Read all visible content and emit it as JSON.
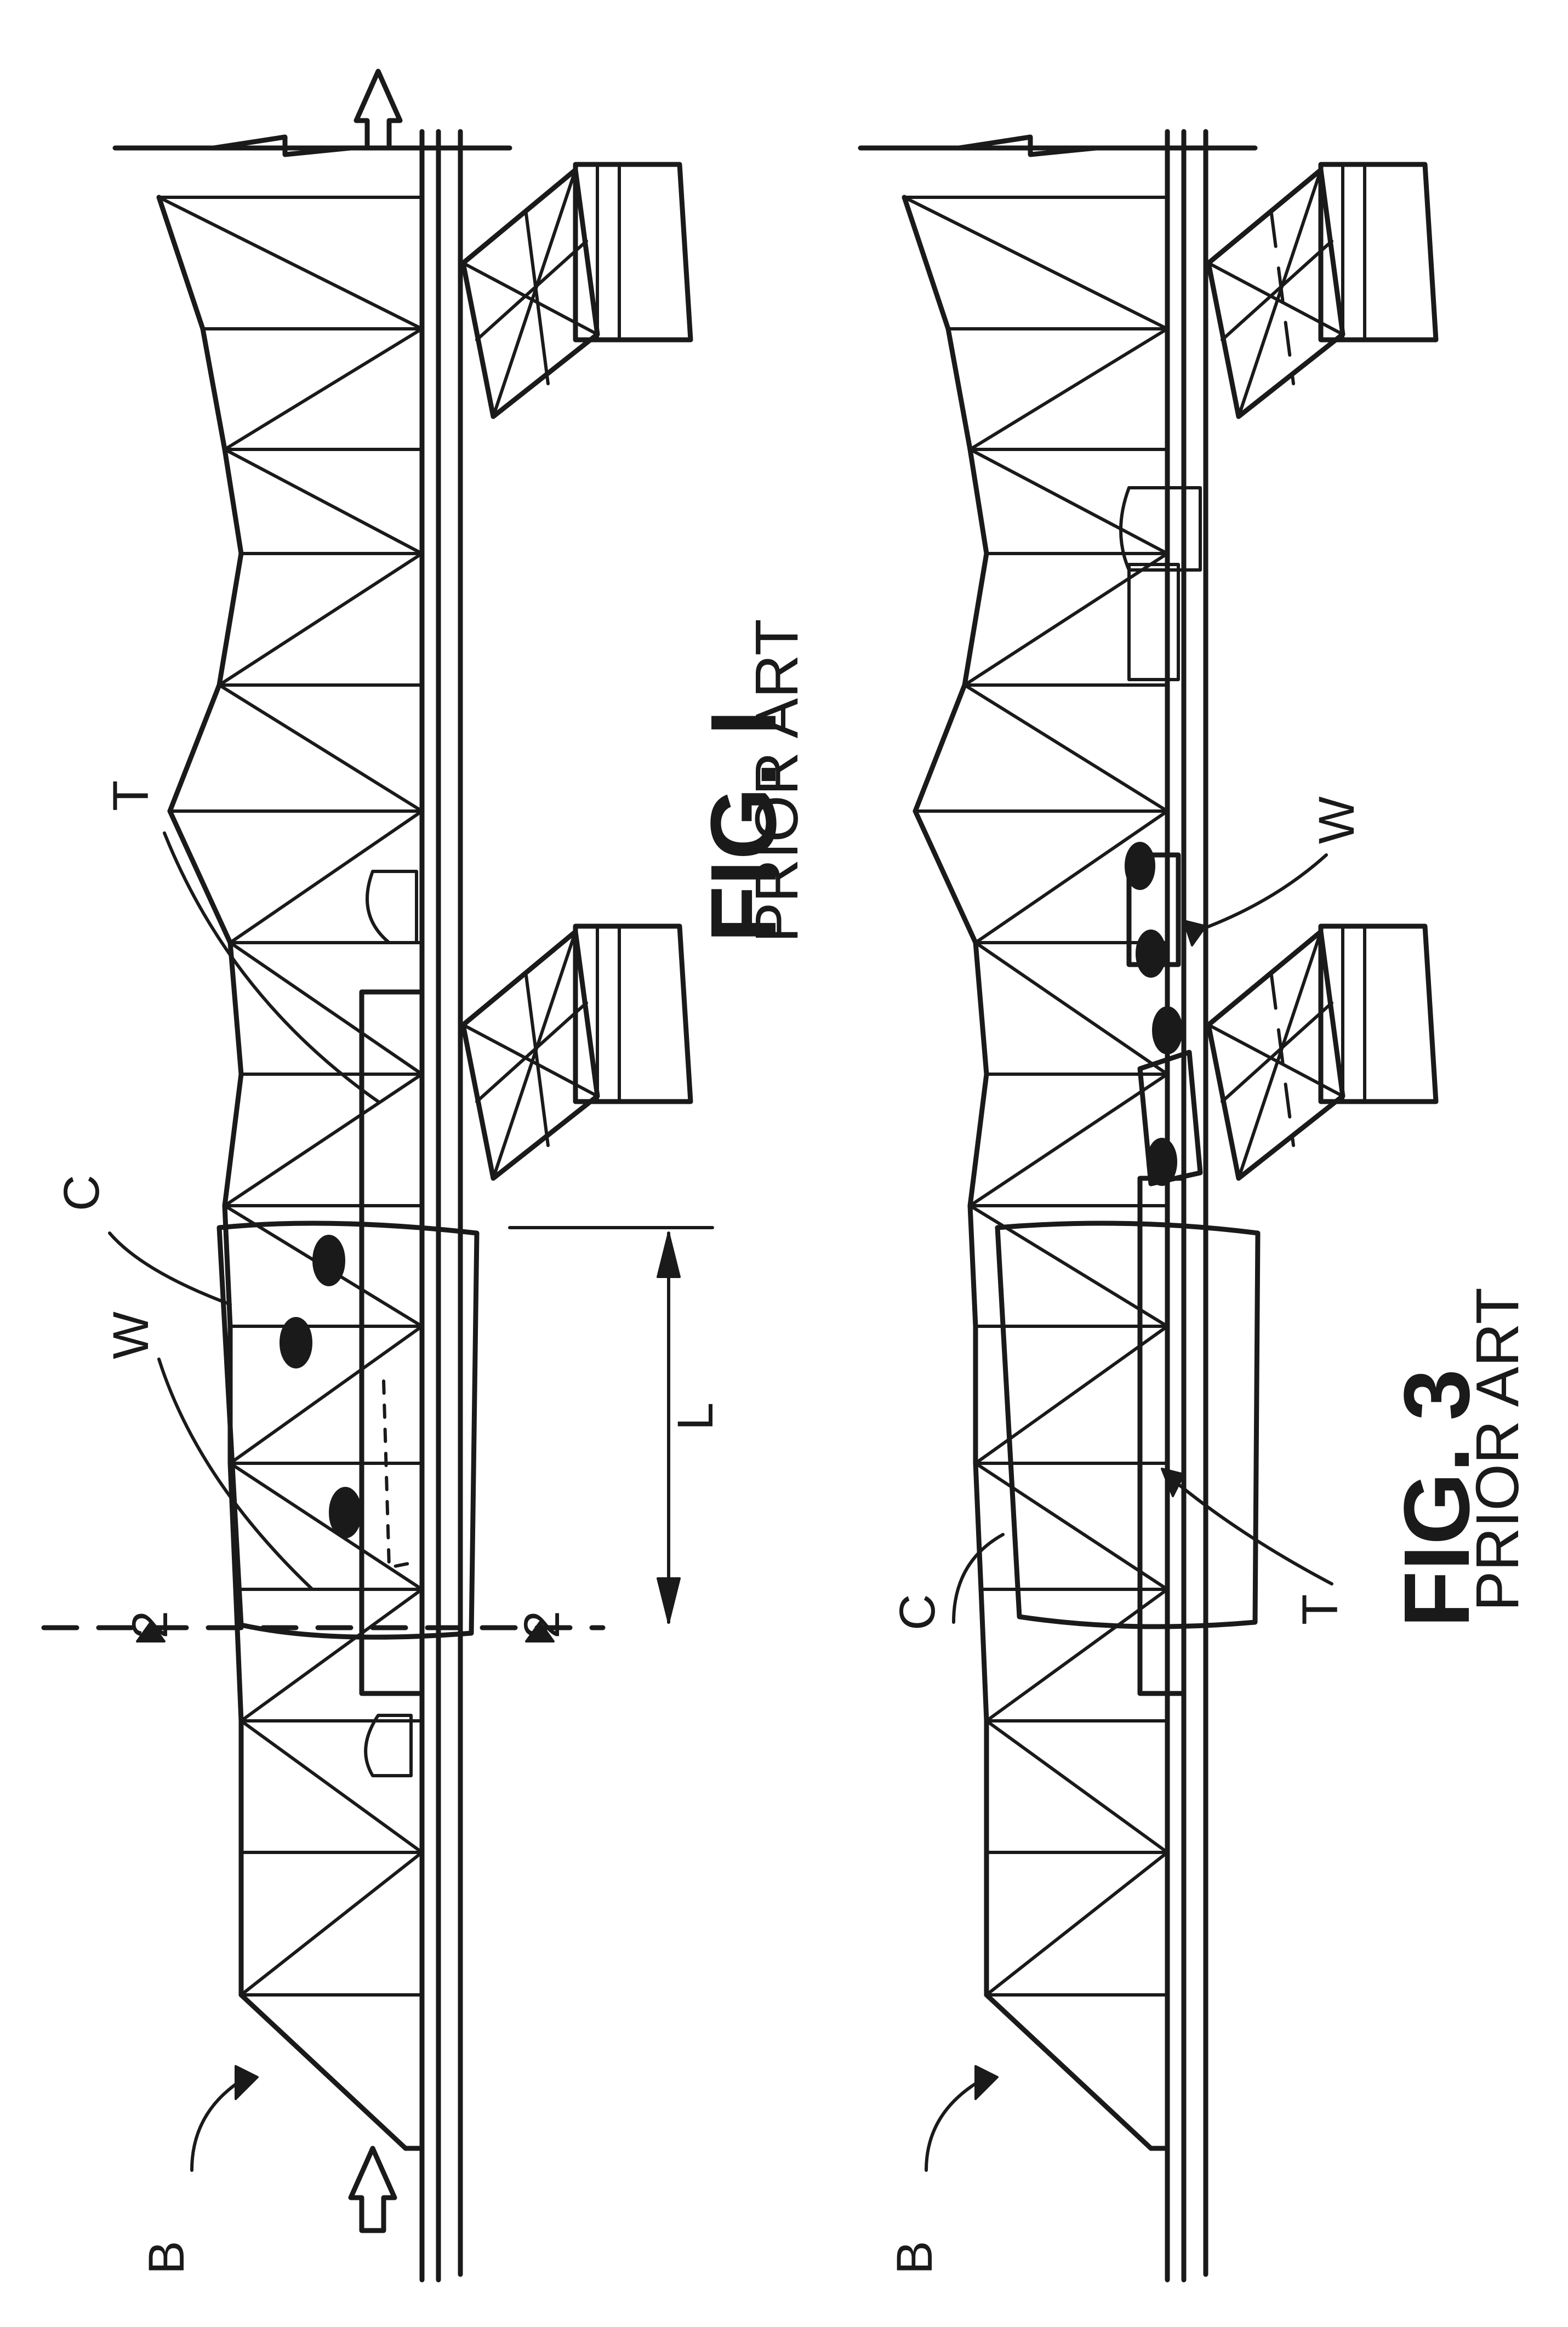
{
  "figures": [
    {
      "id": "fig1",
      "title": "FIG. I",
      "subtitle": "PRIOR ART",
      "labels": {
        "bridge": "B",
        "cover": "C",
        "workers": "W",
        "platform": "T",
        "length": "L",
        "section_left": "2",
        "section_right": "2"
      }
    },
    {
      "id": "fig3",
      "title": "FIG. 3",
      "subtitle": "PRIOR ART",
      "labels": {
        "bridge": "B",
        "cover": "C",
        "workers": "W",
        "platform": "T"
      }
    }
  ],
  "colors": {
    "ink": "#1a1a1a",
    "paper": "#ffffff"
  }
}
